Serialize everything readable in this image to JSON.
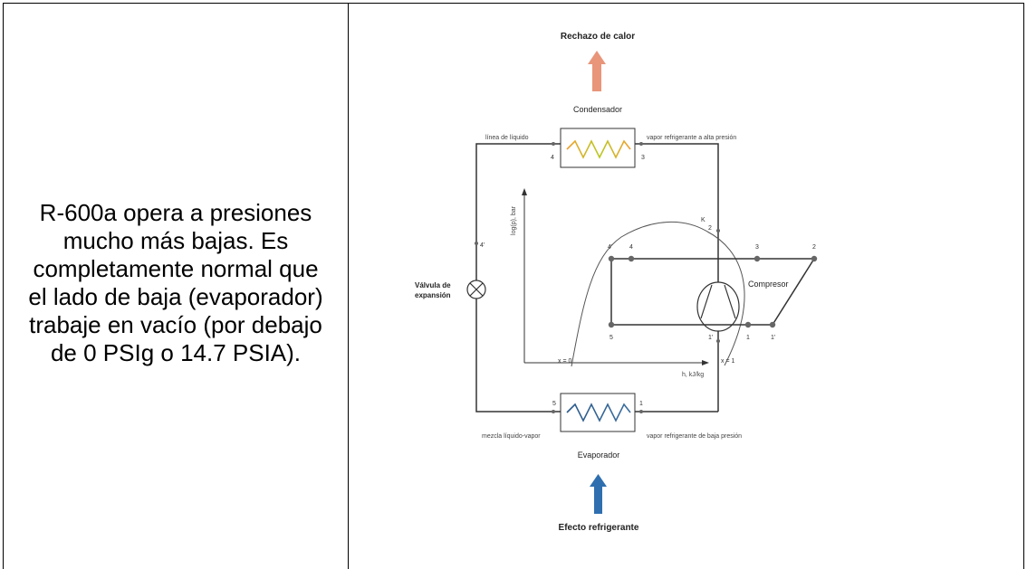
{
  "note": {
    "text": "R-600a opera a presiones mucho más bajas. Es completamente normal que el lado de baja (evaporador) trabaje en vacío (por debajo de 0 PSIg o 14.7 PSIA)."
  },
  "diagram": {
    "heat_rejection": "Rechazo de calor",
    "condenser": "Condensador",
    "liquid_line": "línea de líquido",
    "high_pressure_vapor": "vapor refrigerante a alta presión",
    "expansion_valve_line1": "Válvula de",
    "expansion_valve_line2": "expansión",
    "compressor": "Compresor",
    "evaporator": "Evaporador",
    "refrigerant_effect": "Efecto refrigerante",
    "liquid_vapor_mix": "mezcla líquido-vapor",
    "low_pressure_vapor": "vapor refrigerante de baja presión",
    "y_axis_label": "log(p), bar",
    "x_axis_label": "h, kJ/kg",
    "quality_zero": "x = 0",
    "quality_one": "x = 1",
    "critical_point": "K",
    "points": {
      "p4_pipe": "4",
      "p3_pipe": "3",
      "p2_pipe": "2",
      "p4prime_pipe": "4'",
      "p1prime_pipe": "1'",
      "p5_pipe": "5",
      "p1_pipe": "1",
      "ph_4prime": "4'",
      "ph_4": "4",
      "ph_3": "3",
      "ph_2": "2",
      "ph_5": "5",
      "ph_1": "1",
      "ph_1prime": "1'"
    },
    "colors": {
      "heat_rejection_arrow": "#e8957a",
      "refrigerant_effect_arrow": "#2f6fb0",
      "coil_hot": "#f0a030",
      "coil_warm": "#b8c820",
      "coil_cold": "#2a5a8a",
      "line": "#333333",
      "point": "#666666"
    }
  }
}
